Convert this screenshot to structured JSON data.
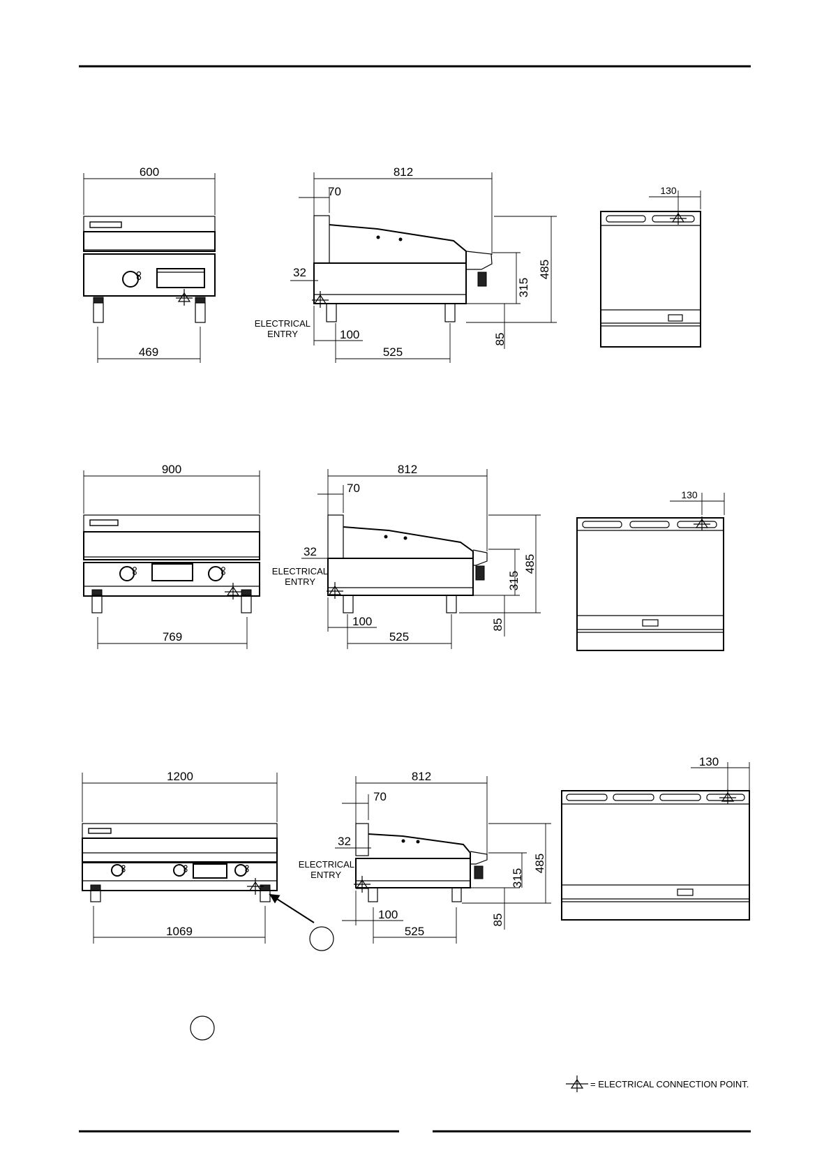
{
  "rows": [
    {
      "front": {
        "width": "600",
        "leg_spacing": "469"
      },
      "side": {
        "depth": "812",
        "rear_offset": "70",
        "height": "485",
        "body_height": "315",
        "leg_height": "85",
        "entry_height": "32",
        "entry_offset": "100",
        "leg_spacing": "525",
        "entry_label_1": "ELECTRICAL",
        "entry_label_2": "ENTRY"
      },
      "rear": {
        "offset": "130"
      }
    },
    {
      "front": {
        "width": "900",
        "leg_spacing": "769"
      },
      "side": {
        "depth": "812",
        "rear_offset": "70",
        "height": "485",
        "body_height": "315",
        "leg_height": "85",
        "entry_height": "32",
        "entry_offset": "100",
        "leg_spacing": "525",
        "entry_label_1": "ELECTRICAL",
        "entry_label_2": "ENTRY"
      },
      "rear": {
        "offset": "130"
      }
    },
    {
      "front": {
        "width": "1200",
        "leg_spacing": "1069"
      },
      "side": {
        "depth": "812",
        "rear_offset": "70",
        "height": "485",
        "body_height": "315",
        "leg_height": "85",
        "entry_height": "32",
        "entry_offset": "100",
        "leg_spacing": "525",
        "entry_label_1": "ELECTRICAL",
        "entry_label_2": "ENTRY"
      },
      "rear": {
        "offset": "130"
      }
    }
  ],
  "legend": {
    "text": "= ELECTRICAL CONNECTION POINT."
  },
  "icons": {
    "connection_point": "electrical-connection-point-icon",
    "callout": "callout-circle-icon"
  }
}
